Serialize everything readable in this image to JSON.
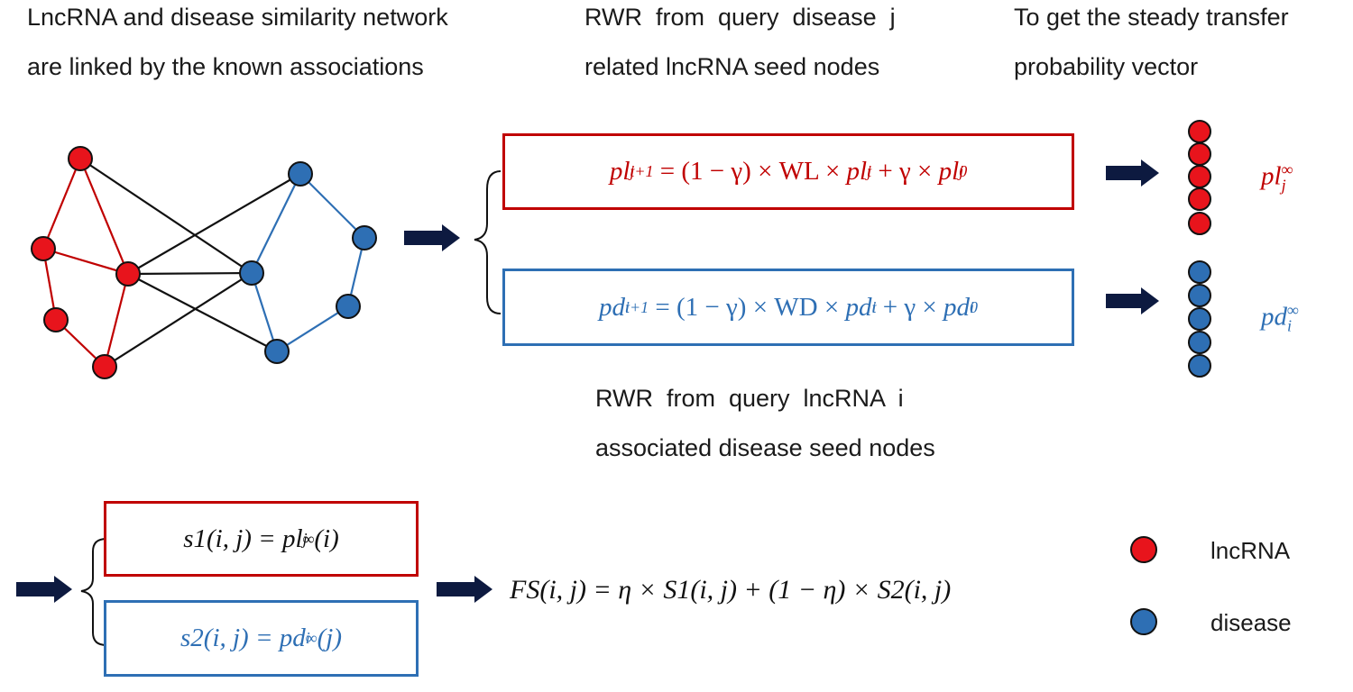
{
  "captions": {
    "network": [
      "LncRNA and disease similarity network",
      "are linked by the known associations"
    ],
    "rwr_disease": [
      "RWR  from  query  disease  j",
      "related lncRNA seed nodes"
    ],
    "steady": [
      "To get the steady transfer",
      "probability vector"
    ],
    "rwr_lncrna": [
      "RWR  from  query  lncRNA  i",
      "associated disease seed nodes"
    ]
  },
  "formulas": {
    "pl_update": {
      "lhs": "pl",
      "lhs_sub": "j",
      "lhs_sup": "t+1",
      "mid": " = (1 − γ) × WL × ",
      "t1": "pl",
      "t1_sub": "j",
      "t1_sup": "t",
      "mid2": " + γ × ",
      "t2": "pl",
      "t2_sub": "j",
      "t2_sup": "0"
    },
    "pd_update": {
      "lhs": "pd",
      "lhs_sub": "i",
      "lhs_sup": "t+1",
      "mid": " = (1 − γ) × WD × ",
      "t1": "pd",
      "t1_sub": "i",
      "t1_sup": "t",
      "mid2": " + γ × ",
      "t2": "pd",
      "t2_sub": "i",
      "t2_sup": "0"
    },
    "pl_inf": {
      "base": "pl",
      "sub": "j",
      "sup": "∞"
    },
    "pd_inf": {
      "base": "pd",
      "sub": "i",
      "sup": "∞"
    },
    "s1": {
      "lhs": "s1(i, j) = ",
      "base": "pl",
      "sub": "j",
      "sup": "∞",
      "arg": "(i)"
    },
    "s2": {
      "lhs": "s2(i, j) = ",
      "base": "pd",
      "sub": "i",
      "sup": "∞",
      "arg": "(j)"
    },
    "fs": "FS(i, j) = η × S1(i, j) + (1 − η) × S2(i, j)"
  },
  "legend": {
    "lncrna": {
      "label": "lncRNA",
      "color": "#e8141c"
    },
    "disease": {
      "label": "disease",
      "color": "#2e6fb4"
    }
  },
  "colors": {
    "red_line": "#c00000",
    "blue_line": "#2e6fb4",
    "arrow": "#0d1a40"
  }
}
